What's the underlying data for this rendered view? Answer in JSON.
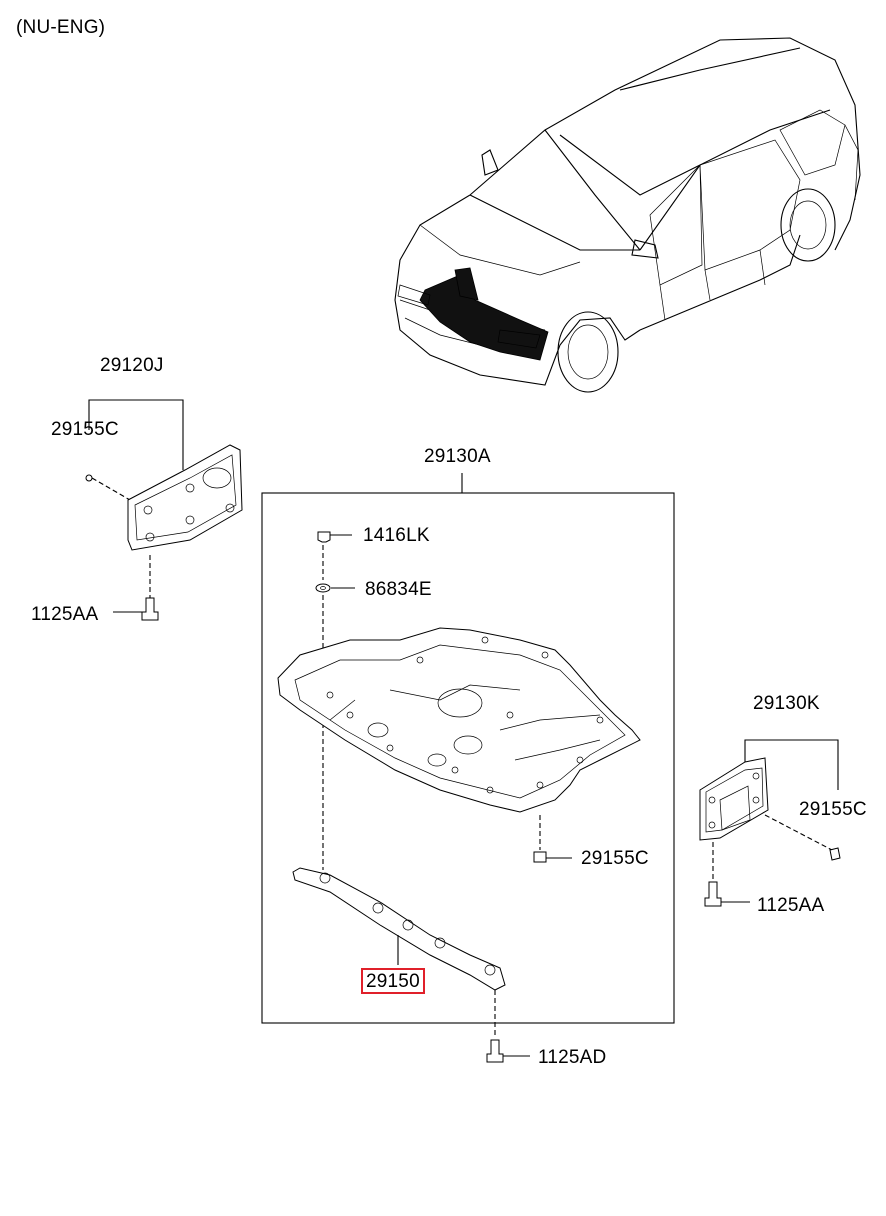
{
  "header": {
    "variant": "(NU-ENG)"
  },
  "labels": {
    "bracket_left": "29120J",
    "clip_left": "29155C",
    "bolt_left": "1125AA",
    "panel_assy": "29130A",
    "screw": "1416LK",
    "nut": "86834E",
    "clip_center": "29155C",
    "strip": "29150",
    "bolt_center": "1125AD",
    "bracket_right": "29130K",
    "clip_right": "29155C",
    "bolt_right": "1125AA"
  },
  "highlight": {
    "part": "29150",
    "color": "#e0202a"
  }
}
